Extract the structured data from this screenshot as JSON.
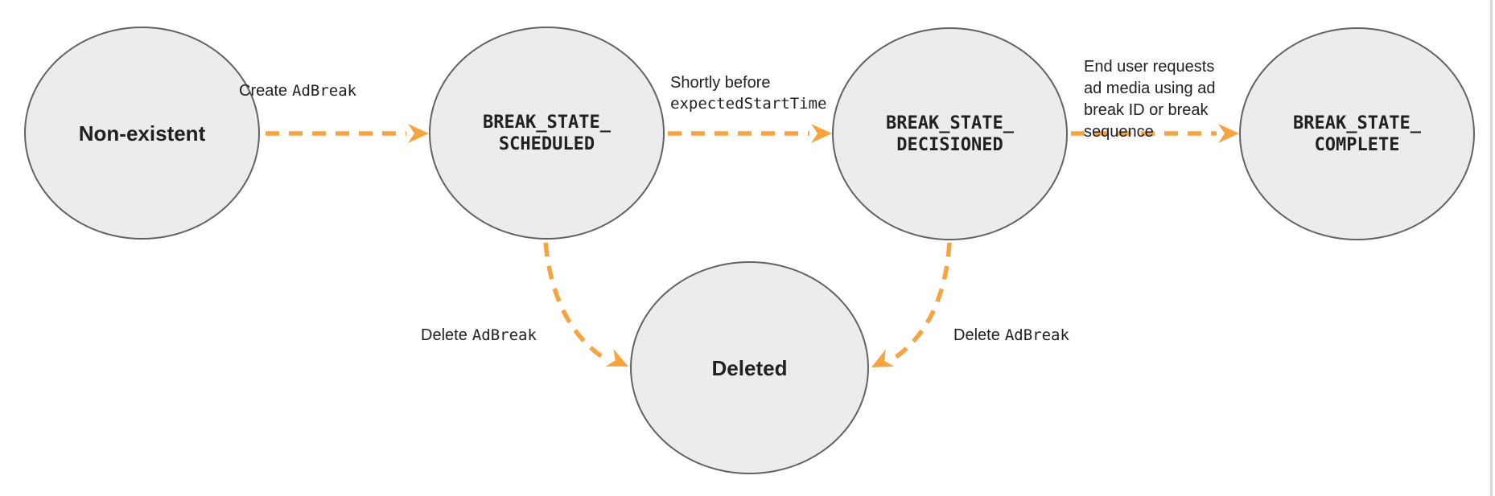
{
  "diagram": {
    "title": "Ad break state transition diagram",
    "colors": {
      "background": "#ffffff",
      "node-fill": "#ececec",
      "node-stroke": "#5f6368",
      "arrow-color": "#f7a440",
      "text-color": "#202124",
      "divider-color": "#d6d6d6"
    },
    "nodes": [
      {
        "id": "non-existent",
        "label": "Non-existent"
      },
      {
        "id": "break-state-scheduled",
        "label": "BREAK_STATE_\nSCHEDULED"
      },
      {
        "id": "break-state-decisioned",
        "label": "BREAK_STATE_\nDECISIONED"
      },
      {
        "id": "break-state-complete",
        "label": "BREAK_STATE_\nCOMPLETE"
      },
      {
        "id": "deleted",
        "label": "Deleted"
      }
    ],
    "edges": [
      {
        "id": "create-adbreak",
        "from": "non-existent",
        "to": "break-state-scheduled",
        "label_plain": "Create",
        "label_code": "AdBreak"
      },
      {
        "id": "shortly-before-expected-start-time",
        "from": "break-state-scheduled",
        "to": "break-state-decisioned",
        "label_plain": "Shortly before",
        "label_code": "expectedStartTime"
      },
      {
        "id": "end-user-requests-ad-media",
        "from": "break-state-decisioned",
        "to": "break-state-complete",
        "label_plain": "End user requests\nad media using ad\nbreak ID or break\nsequence"
      },
      {
        "id": "delete-adbreak-from-scheduled",
        "from": "break-state-scheduled",
        "to": "deleted",
        "label_plain": "Delete",
        "label_code": "AdBreak"
      },
      {
        "id": "delete-adbreak-from-decisioned",
        "from": "break-state-decisioned",
        "to": "deleted",
        "label_plain": "Delete",
        "label_code": "AdBreak"
      }
    ]
  }
}
